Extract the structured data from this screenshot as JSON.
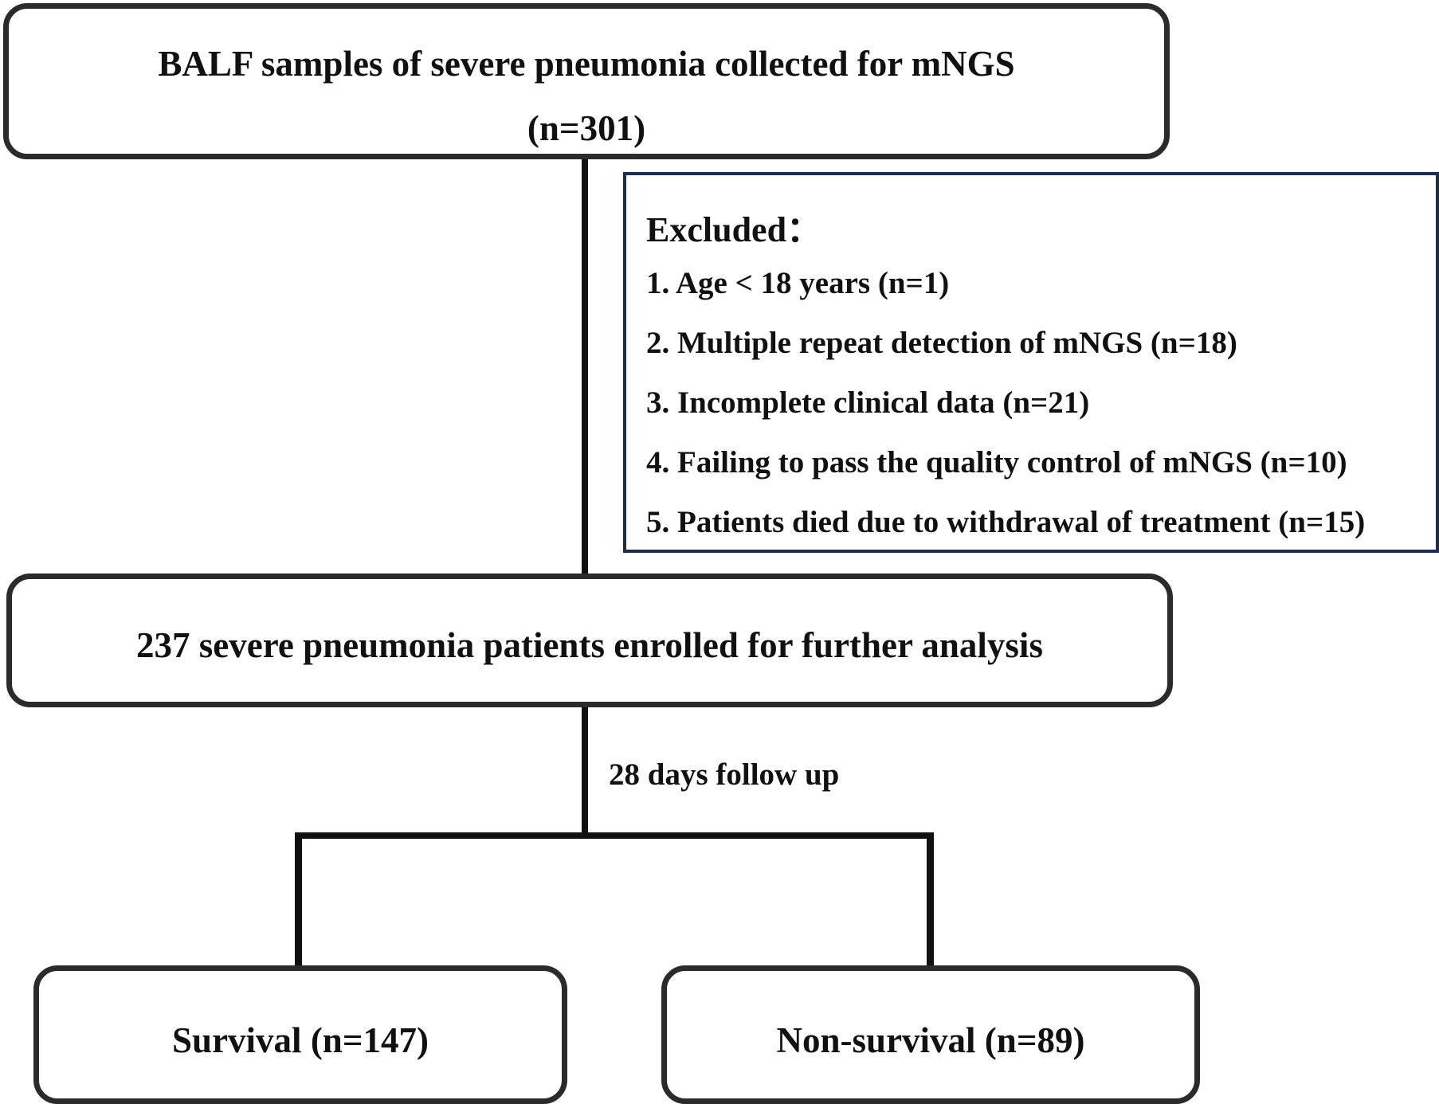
{
  "flowchart": {
    "enrollment": {
      "title": "BALF samples of severe pneumonia collected for mNGS",
      "count": "(n=301)"
    },
    "excluded": {
      "heading": "Excluded：",
      "items": [
        "1. Age < 18 years (n=1)",
        "2. Multiple repeat detection of mNGS (n=18)",
        "3. Incomplete clinical data (n=21)",
        "4. Failing to pass the quality control of mNGS (n=10)",
        "5. Patients died due to withdrawal of treatment (n=15)"
      ]
    },
    "analysis": {
      "label": "237 severe pneumonia patients enrolled for further analysis"
    },
    "follow_up": {
      "label": "28 days follow up"
    },
    "outcomes": {
      "survival": "Survival (n=147)",
      "non_survival": "Non-survival (n=89)"
    }
  },
  "colors": {
    "box_border": "#2b2b2b",
    "excluded_border": "#1f2d4a",
    "connector": "#111111",
    "text": "#111111",
    "background": "#ffffff"
  }
}
